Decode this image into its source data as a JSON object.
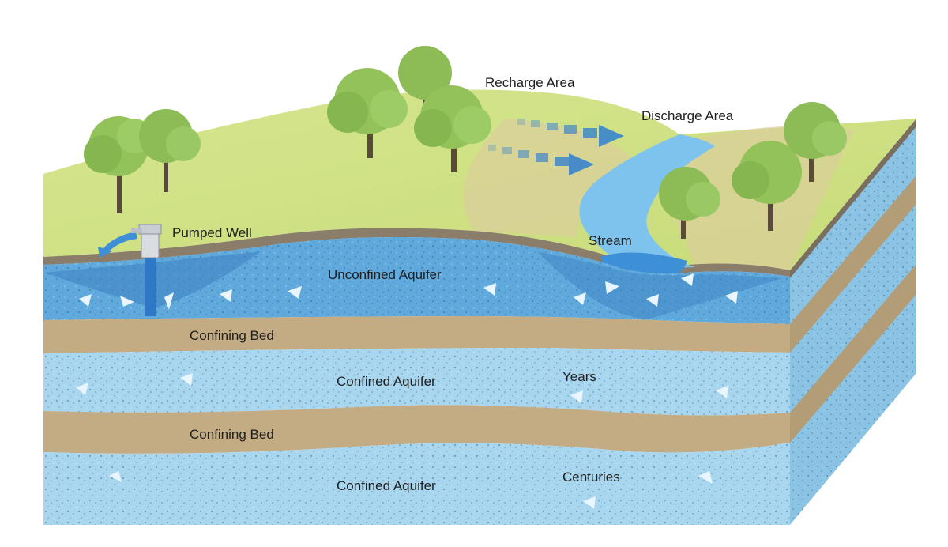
{
  "labels": {
    "recharge_area": "Recharge Area",
    "discharge_area": "Discharge Area",
    "pumped_well": "Pumped Well",
    "stream": "Stream",
    "unconfined_aquifer": "Unconfined Aquifer",
    "confining_bed_1": "Confining Bed",
    "confined_aquifer_1": "Confined Aquifer",
    "years": "Years",
    "confining_bed_2": "Confining Bed",
    "confined_aquifer_2": "Confined Aquifer",
    "centuries": "Centuries"
  },
  "colors": {
    "grass": "#d8e79a",
    "soil_top": "#8a7d6a",
    "unconfined_aquifer": "#5fa9dc",
    "confining_bed": "#c3ab83",
    "confined_aquifer": "#a9d6ef",
    "stream": "#6db6ea",
    "flow_arrow": "#2f7fd2",
    "tree_foliage": "#8fbf5a",
    "tree_trunk": "#5a4a3a"
  }
}
